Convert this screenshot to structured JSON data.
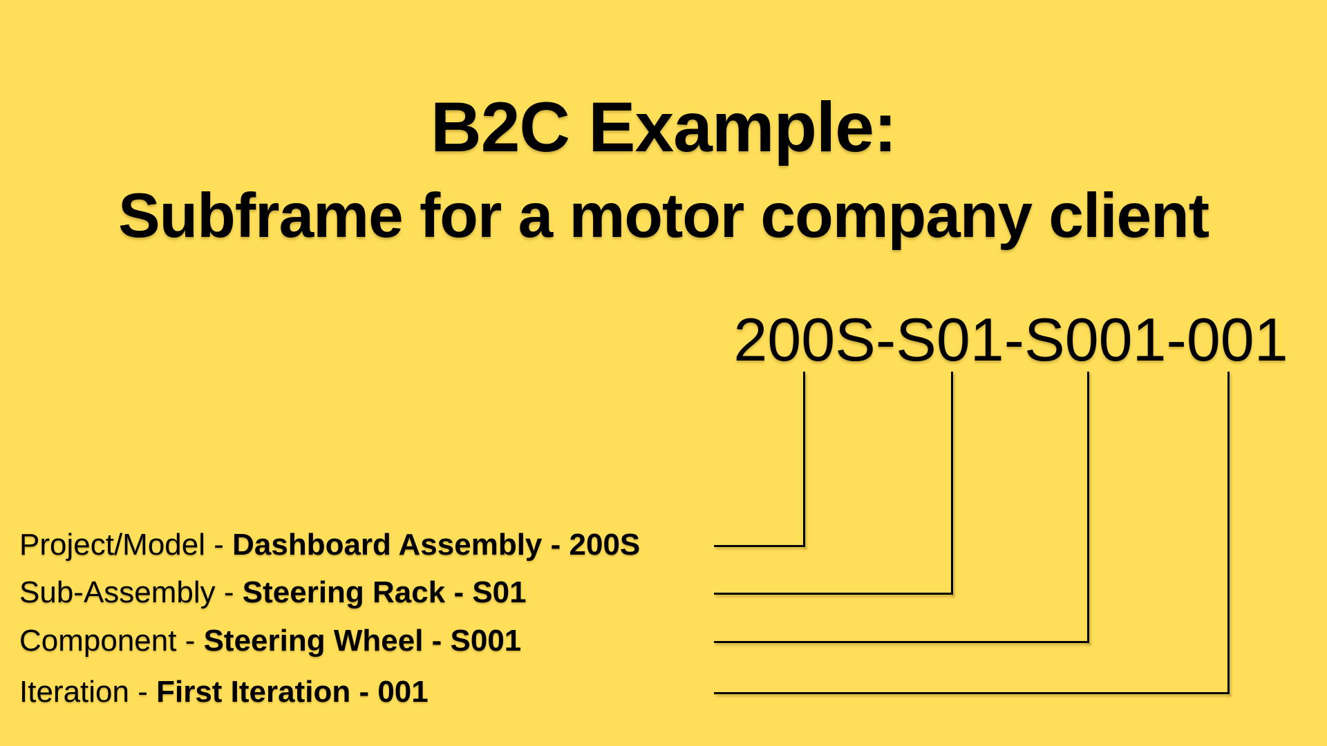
{
  "title": "B2C Example:",
  "subtitle": "Subframe for a motor company client",
  "part_number": {
    "full": "200S-S01-S001-001",
    "segments": [
      "200S",
      "S01",
      "S001",
      "001"
    ]
  },
  "legend_rows": [
    {
      "prefix": "Project/Model - ",
      "value": "Dashboard Assembly - 200S"
    },
    {
      "prefix": "Sub-Assembly - ",
      "value": "Steering Rack - S01"
    },
    {
      "prefix": "Component - ",
      "value": "Steering Wheel - S001"
    },
    {
      "prefix": "Iteration - ",
      "value": "First Iteration - 001"
    }
  ],
  "colors": {
    "background": "#FFDE59",
    "text": "#000000",
    "connector": "#000000"
  }
}
